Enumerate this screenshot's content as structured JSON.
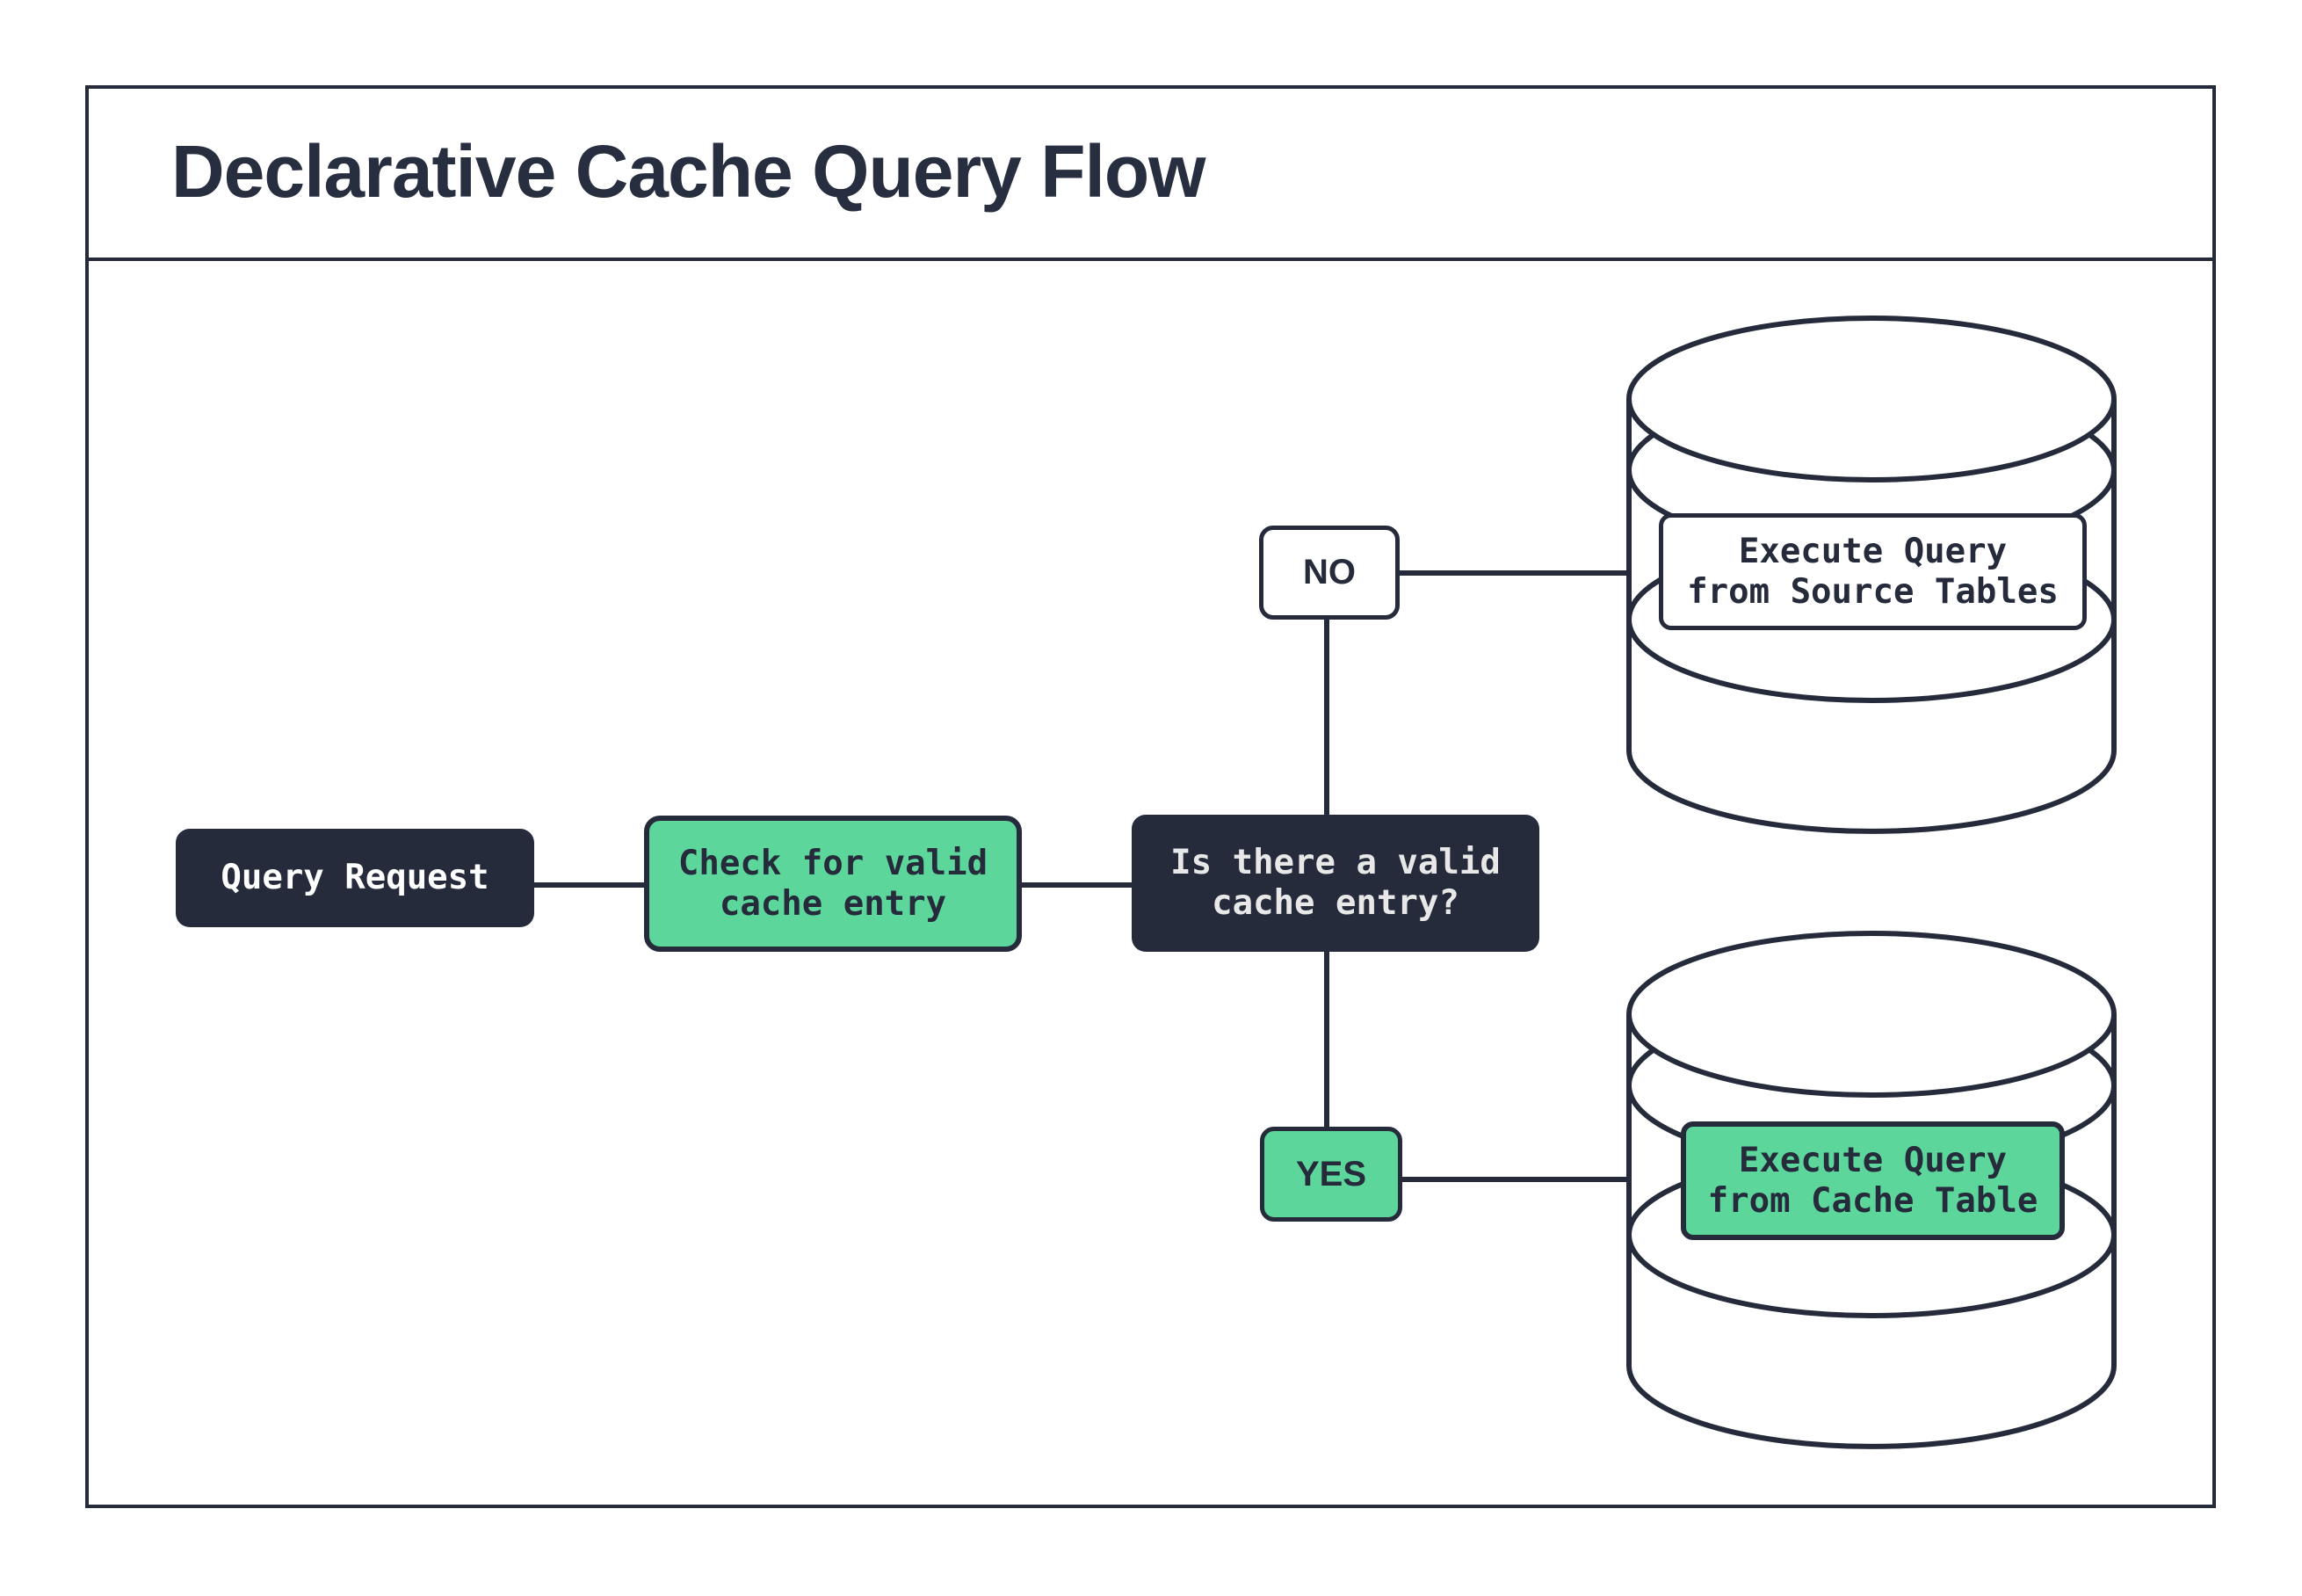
{
  "title": "Declarative Cache Query Flow",
  "colors": {
    "dark_navy": "#252b3b",
    "green": "#5dd69c",
    "white": "#ffffff",
    "decision_text": "#e8e8e8"
  },
  "nodes": {
    "query_request": {
      "label": "Query Request"
    },
    "check_cache": {
      "label": "Check for valid\ncache entry"
    },
    "decision": {
      "label": "Is there a valid\ncache entry?"
    },
    "execute_source": {
      "label": "Execute Query\nfrom Source Tables"
    },
    "execute_cache": {
      "label": "Execute Query\nfrom Cache Table"
    }
  },
  "edges": {
    "no_label": "NO",
    "yes_label": "YES"
  }
}
